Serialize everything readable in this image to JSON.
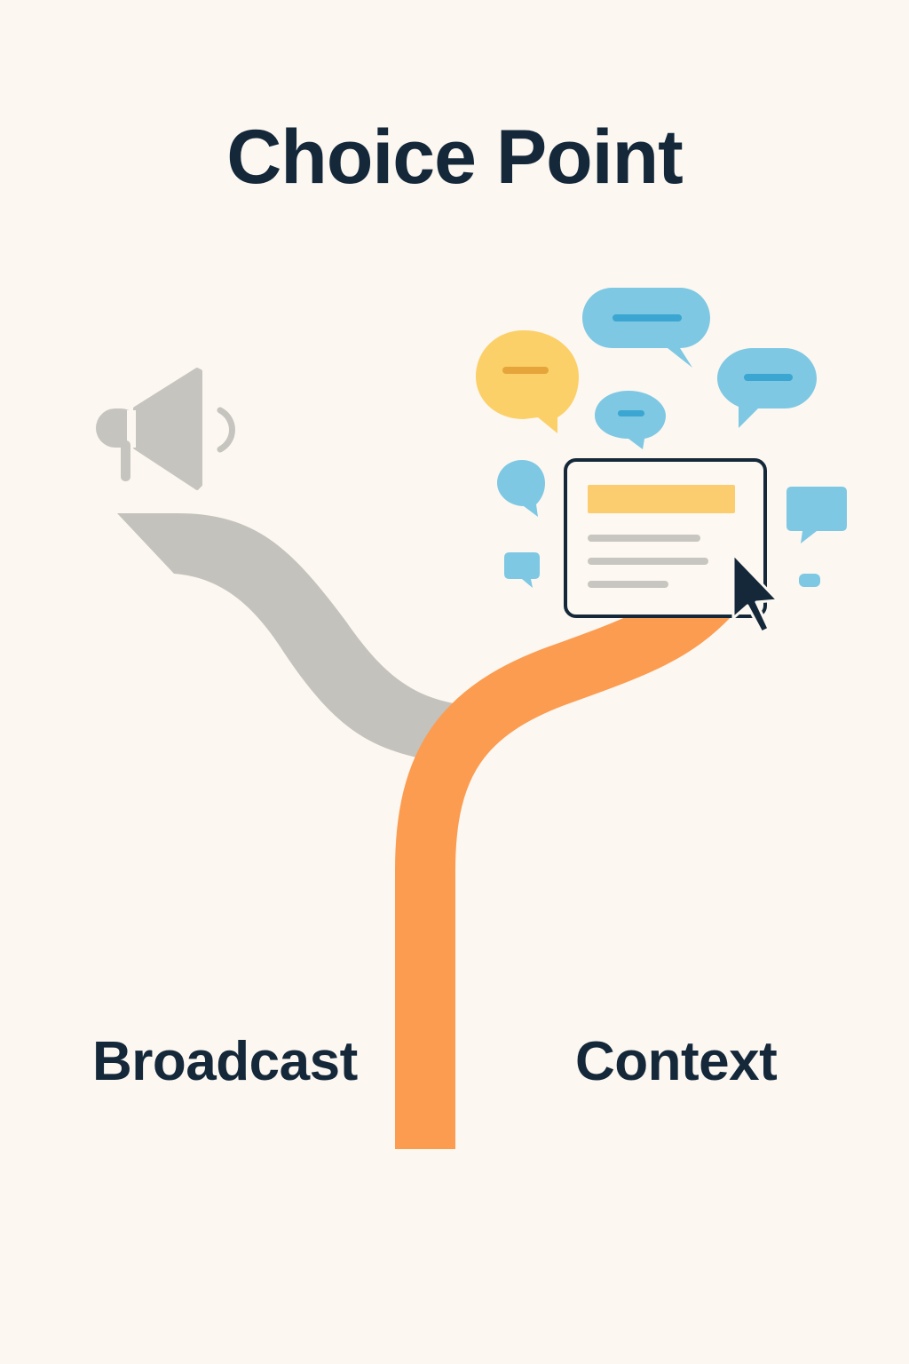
{
  "title": "Choice Point",
  "paths": {
    "left": {
      "label": "Broadcast",
      "color": "#C4C2BC",
      "icon": "megaphone-icon"
    },
    "right": {
      "label": "Context",
      "color": "#FB9C50",
      "icons": [
        "chat-bubble-icon",
        "content-card-icon",
        "cursor-icon"
      ]
    }
  },
  "colors": {
    "background": "#FCF7F1",
    "text": "#14283A",
    "muted_icon": "#C6C4BE",
    "bubble_blue": "#7EC8E3",
    "bubble_blue_line": "#3AA6D1",
    "bubble_yellow": "#FCD068",
    "bubble_yellow_line": "#E5A53A",
    "card_bar": "#FCCD6E",
    "card_lines": "#C8C6C0"
  }
}
